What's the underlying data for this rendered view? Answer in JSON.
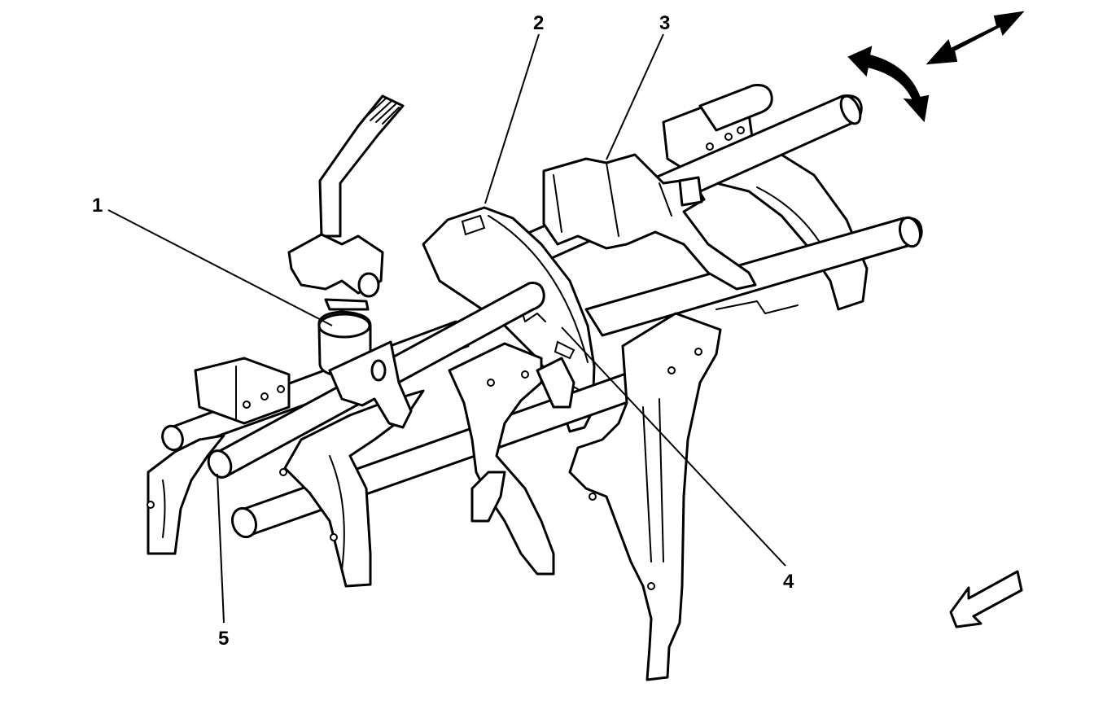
{
  "callouts": [
    {
      "id": "1",
      "label": "1"
    },
    {
      "id": "2",
      "label": "2"
    },
    {
      "id": "3",
      "label": "3"
    },
    {
      "id": "4",
      "label": "4"
    },
    {
      "id": "5",
      "label": "5"
    }
  ],
  "icons": {
    "double_arrow": "double-headed-straight-arrow-icon",
    "curved_arrow": "double-headed-curved-arrow-icon",
    "front_arrow": "hollow-front-direction-arrow-icon"
  },
  "colors": {
    "line": "#000000",
    "background": "#ffffff"
  }
}
